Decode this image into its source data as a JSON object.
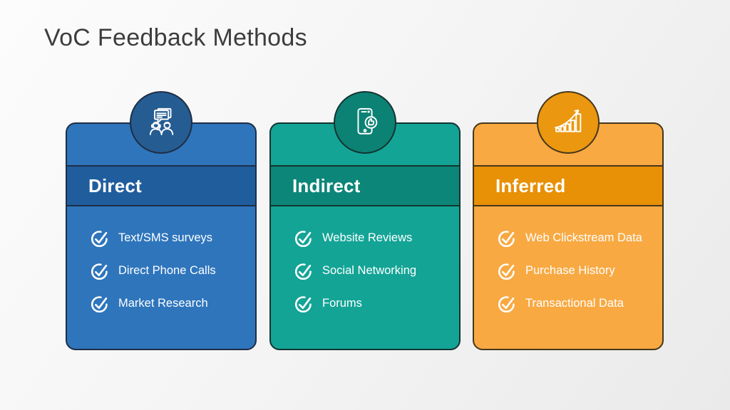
{
  "title": "VoC Feedback Methods",
  "title_color": "#3d3d3d",
  "background": {
    "gradient_from": "#fcfcfc",
    "gradient_to": "#eaeaea"
  },
  "bullet_icon": "check-circle-icon",
  "cards": [
    {
      "label": "Direct",
      "icon": "conversation-people-icon",
      "items": [
        "Text/SMS surveys",
        "Direct Phone Calls",
        "Market Research"
      ],
      "colors": {
        "body": "#2E75BC",
        "band": "#205D9D",
        "circle": "#255C92",
        "border": "#1E2E45"
      }
    },
    {
      "label": "Indirect",
      "icon": "mobile-thumbs-up-icon",
      "items": [
        "Website Reviews",
        "Social Networking",
        "Forums"
      ],
      "colors": {
        "body": "#13A496",
        "band": "#0C8678",
        "circle": "#0B8274",
        "border": "#143430"
      }
    },
    {
      "label": "Inferred",
      "icon": "growth-chart-icon",
      "items": [
        "Web Clickstream Data",
        "Purchase History",
        "Transactional Data"
      ],
      "colors": {
        "body": "#F8A942",
        "band": "#E89006",
        "circle": "#EB970F",
        "border": "#46371C"
      }
    }
  ]
}
